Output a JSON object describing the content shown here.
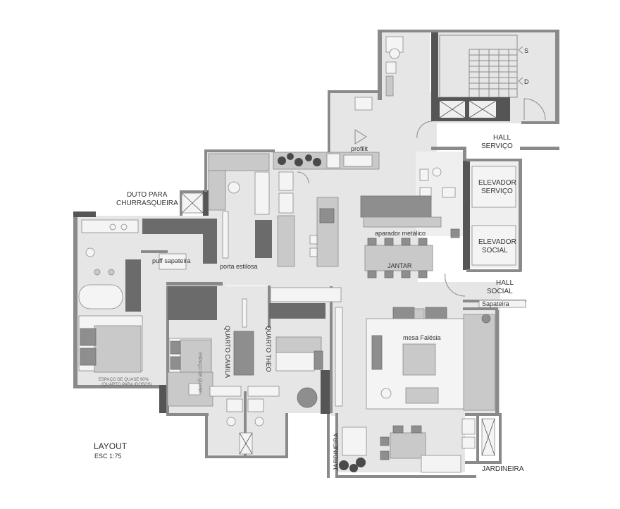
{
  "plan": {
    "title": "LAYOUT",
    "scale": "ESC 1:75",
    "labels": {
      "duto_line1": "DUTO PARA",
      "duto_line2": "CHURRASQUEIRA",
      "hall_servico_line1": "HALL",
      "hall_servico_line2": "SERVIÇO",
      "elevador_servico_line1": "ELEVADOR",
      "elevador_servico_line2": "SERVIÇO",
      "elevador_social_line1": "ELEVADOR",
      "elevador_social_line2": "SOCIAL",
      "hall_social_line1": "HALL",
      "hall_social_line2": "SOCIAL",
      "sapateira": "Sapateira",
      "puff_sapateira": "puff sapateira",
      "porta_estilosa": "porta estilosa",
      "aparador_metalico": "aparador metálico",
      "jantar": "JANTAR",
      "mesa_falesia": "mesa Falésia",
      "quarto_camila": "QUARTO CAMILA",
      "quarto_theo": "QUARTO THEO",
      "jardineira_vertical": "JARDINEIRA",
      "jardineira_horizontal": "JARDINEIRA",
      "profilit": "profilit",
      "stair_s": "S",
      "stair_d": "D"
    },
    "colors": {
      "wall": "#8a8a8a",
      "wall_dark": "#555555",
      "floor": "#e6e6e6",
      "closet": "#6b6b6b",
      "furniture": "#c9c9c9"
    }
  }
}
